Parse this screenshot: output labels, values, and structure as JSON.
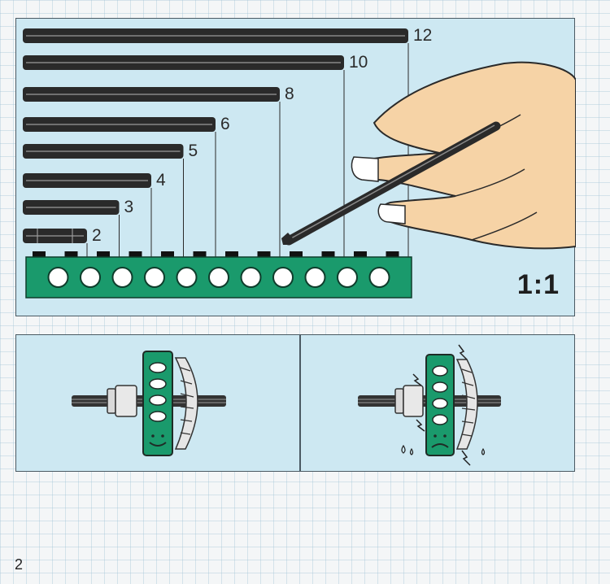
{
  "axles": [
    {
      "length": 12,
      "label": "12"
    },
    {
      "length": 10,
      "label": "10"
    },
    {
      "length": 8,
      "label": "8"
    },
    {
      "length": 6,
      "label": "6"
    },
    {
      "length": 5,
      "label": "5"
    },
    {
      "length": 4,
      "label": "4"
    },
    {
      "length": 3,
      "label": "3"
    },
    {
      "length": 2,
      "label": "2"
    }
  ],
  "scale": "1:1",
  "page_number": "2",
  "colors": {
    "panel": "#cde8f2",
    "brick": "#1a9a6c",
    "axle": "#2a2a2a",
    "skin": "#f6d3a6"
  },
  "illustrations": {
    "left": "correct-assembly-icon",
    "right": "wrong-assembly-icon"
  }
}
